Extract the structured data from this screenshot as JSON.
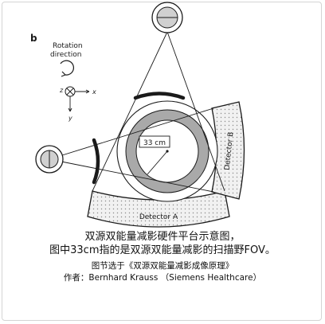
{
  "diagram": {
    "panel_label": "b",
    "rotation_label_line1": "Rotation",
    "rotation_label_line2": "direction",
    "axis_z": "z",
    "axis_x": "x",
    "axis_y": "y",
    "fov_label": "33 cm",
    "detector_a_label": "Detector A",
    "detector_b_label": "Detector B"
  },
  "caption": {
    "line1": "双源双能量减影硬件平台示意图，",
    "line2": "图中33cm指的是双源双能量减影的扫描野FOV。",
    "line3": "图节选于《双源双能量减影成像原理》",
    "line4": "作者：Bernhard Krauss （Siemens Healthcare）"
  },
  "colors": {
    "outline": "#1a1a1a",
    "patient_gray": "#a9a9a9",
    "detector_fill": "#f1f1f1",
    "detector_dots": "#8a8a8a",
    "tube_fill": "#d0d0d0"
  }
}
